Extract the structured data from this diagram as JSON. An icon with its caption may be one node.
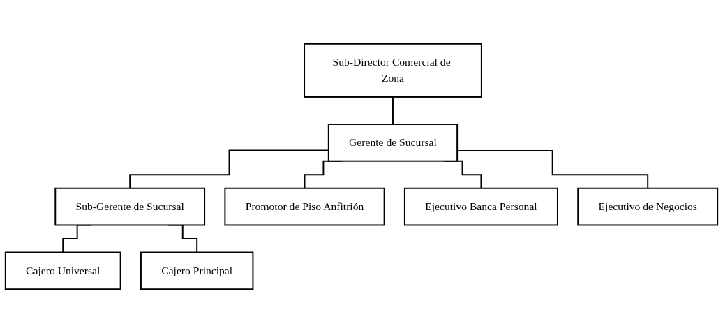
{
  "diagram": {
    "nodes": [
      {
        "text": [
          "Sub-Director Comercial de Zona"
        ]
      },
      {
        "text": [
          "Gerente de Sucursal"
        ]
      },
      {
        "text": [
          "Sub-Gerente de Sucursal"
        ]
      },
      {
        "text": [
          "Promotor de Piso Anfitrión"
        ]
      },
      {
        "text": [
          "Ejecutivo Banca Personal"
        ]
      },
      {
        "text": [
          "Ejecutivo de Negocios"
        ]
      },
      {
        "text": [
          "Cajero Universal"
        ]
      },
      {
        "text": [
          "Cajero Principal"
        ]
      }
    ],
    "edges": [
      {
        "from": 0,
        "to": 1,
        "arrow": "none"
      },
      {
        "from": 1,
        "to": 2,
        "arrow": "none"
      },
      {
        "from": 1,
        "to": 3,
        "arrow": "none"
      },
      {
        "from": 1,
        "to": 4,
        "arrow": "none"
      },
      {
        "from": 1,
        "to": 5,
        "arrow": "none"
      },
      {
        "from": 2,
        "to": 6,
        "arrow": "none"
      },
      {
        "from": 2,
        "to": 7,
        "arrow": "none"
      }
    ]
  }
}
